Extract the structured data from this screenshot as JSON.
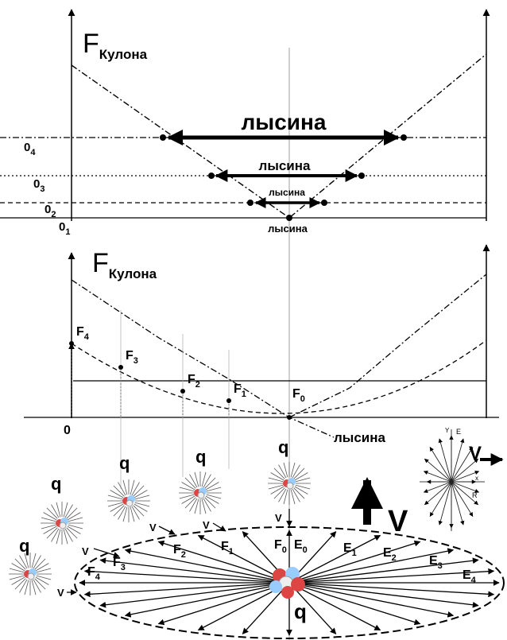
{
  "top_chart": {
    "axis_title_main": "F",
    "axis_title_sub": "Кулона",
    "level_labels": [
      {
        "main": "0",
        "sub": "4"
      },
      {
        "main": "0",
        "sub": "3"
      },
      {
        "main": "0",
        "sub": "2"
      },
      {
        "main": "0",
        "sub": "1"
      }
    ],
    "bald_labels": [
      "лысина",
      "лысина",
      "лысина",
      "лысина"
    ]
  },
  "middle_chart": {
    "axis_title_main": "F",
    "axis_title_sub": "Кулона",
    "origin_label": "0",
    "force_labels": [
      {
        "main": "F",
        "sub": "4"
      },
      {
        "main": "F",
        "sub": "3"
      },
      {
        "main": "F",
        "sub": "2"
      },
      {
        "main": "F",
        "sub": "1"
      },
      {
        "main": "F",
        "sub": "0"
      }
    ],
    "bald_label": "лысина"
  },
  "bottom_diagram": {
    "charge_label": "q",
    "velocity_label": "V",
    "small_v": "v",
    "E_label": "E",
    "inset_E": "E",
    "inset_R": "R",
    "inset_x": "x",
    "inset_y": "Y",
    "field_labels": [
      {
        "main": "E",
        "sub": "0"
      },
      {
        "main": "E",
        "sub": "1"
      },
      {
        "main": "E",
        "sub": "2"
      },
      {
        "main": "E",
        "sub": "3"
      },
      {
        "main": "E",
        "sub": "4"
      }
    ],
    "force_labels": [
      {
        "main": "F",
        "sub": "0"
      },
      {
        "main": "F",
        "sub": "1"
      },
      {
        "main": "F",
        "sub": "2"
      },
      {
        "main": "F",
        "sub": "3"
      },
      {
        "main": "F",
        "sub": "4"
      }
    ]
  }
}
